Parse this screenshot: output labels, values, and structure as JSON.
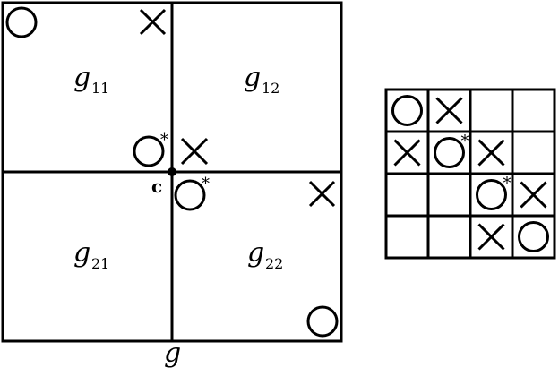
{
  "big_grid": {
    "quadrants": [
      {
        "id": "g11",
        "base": "g",
        "sub": "11"
      },
      {
        "id": "g12",
        "base": "g",
        "sub": "12"
      },
      {
        "id": "g21",
        "base": "g",
        "sub": "21"
      },
      {
        "id": "g22",
        "base": "g",
        "sub": "22"
      }
    ],
    "center_label": "c",
    "grid_label": "g",
    "star": "*"
  },
  "small_grid": {
    "rows": 4,
    "cols": 4,
    "cells": [
      [
        "O",
        "X",
        "",
        ""
      ],
      [
        "X",
        "O*",
        "X",
        ""
      ],
      [
        "",
        "",
        "O*",
        "X"
      ],
      [
        "",
        "",
        "X",
        "O"
      ]
    ]
  },
  "colors": {
    "stroke": "#000000",
    "background": "#ffffff"
  }
}
